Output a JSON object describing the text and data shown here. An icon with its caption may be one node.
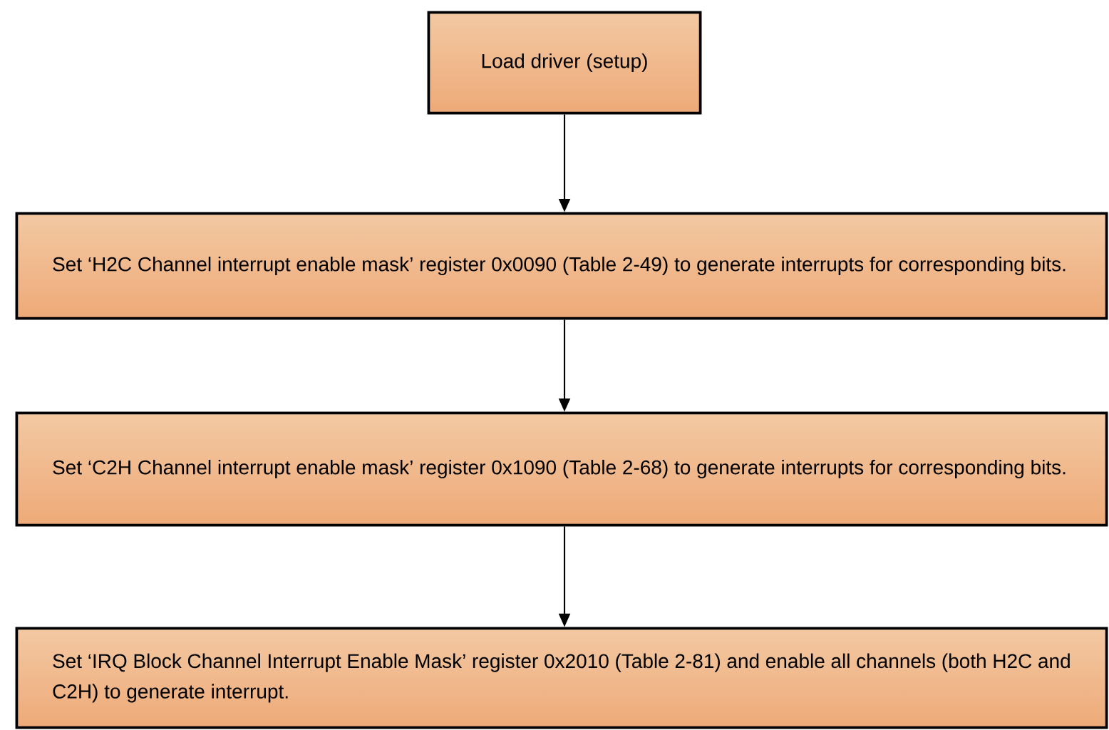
{
  "diagram": {
    "nodes": [
      {
        "text": [
          "Load driver (setup)"
        ]
      },
      {
        "text": [
          "Set ‘H2C Channel interrupt enable mask’ register 0x0090 (Table 2-49)  to generate interrupts for corresponding bits."
        ]
      },
      {
        "text": [
          "Set ‘C2H Channel interrupt enable mask’ register 0x1090 (Table 2-68)  to generate interrupts for corresponding bits."
        ]
      },
      {
        "text": [
          "Set ‘IRQ Block Channel Interrupt Enable Mask’ register 0x2010 (Table 2-81) and enable all channels (both H2C and C2H) to generate interrupt."
        ]
      }
    ],
    "edges": [
      {
        "from": 0,
        "to": 1,
        "arrow": "to"
      },
      {
        "from": 1,
        "to": 2,
        "arrow": "to"
      },
      {
        "from": 2,
        "to": 3,
        "arrow": "to"
      }
    ]
  }
}
